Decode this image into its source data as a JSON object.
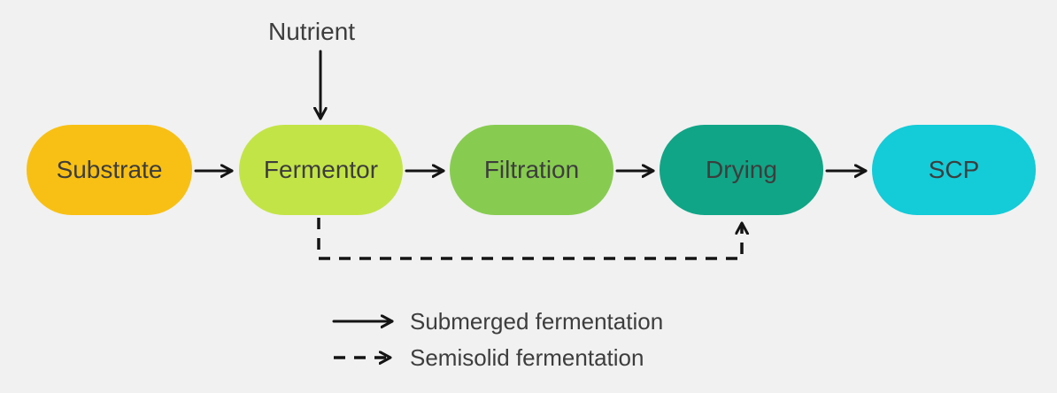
{
  "diagram_title": "",
  "colors": {
    "background": "#f1f1f1",
    "text": "#3d3d3d",
    "arrow": "#141414"
  },
  "nutrient_label": "Nutrient",
  "nodes": [
    {
      "label": "Substrate",
      "color": "#f8c014"
    },
    {
      "label": "Fermentor",
      "color": "#c3e447"
    },
    {
      "label": "Filtration",
      "color": "#87cc50"
    },
    {
      "label": "Drying",
      "color": "#10a586"
    },
    {
      "label": "SCP",
      "color": "#14cbd8"
    }
  ],
  "flow": [
    {
      "from": "Substrate",
      "to": "Fermentor",
      "style": "solid"
    },
    {
      "from": "Fermentor",
      "to": "Filtration",
      "style": "solid"
    },
    {
      "from": "Filtration",
      "to": "Drying",
      "style": "solid"
    },
    {
      "from": "Drying",
      "to": "SCP",
      "style": "solid"
    },
    {
      "from": "Nutrient",
      "to": "Fermentor",
      "style": "solid"
    },
    {
      "from": "Fermentor",
      "to": "Drying",
      "style": "dashed"
    }
  ],
  "legend": [
    {
      "style": "solid",
      "label": "Submerged fermentation"
    },
    {
      "style": "dashed",
      "label": "Semisolid fermentation"
    }
  ]
}
